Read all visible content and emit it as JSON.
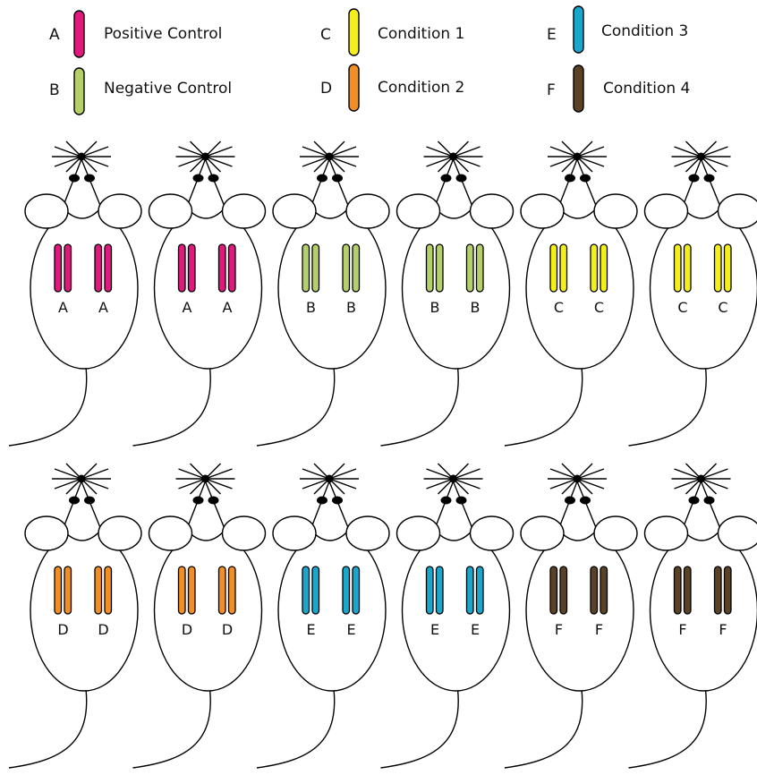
{
  "legend": [
    {
      "key": "A",
      "label": "Positive Control",
      "color": "#E0197F"
    },
    {
      "key": "B",
      "label": "Negative Control",
      "color": "#B5CF6B"
    },
    {
      "key": "C",
      "label": "Condition 1",
      "color": "#F4EE1A"
    },
    {
      "key": "D",
      "label": "Condition 2",
      "color": "#F38E24"
    },
    {
      "key": "E",
      "label": "Condition 3",
      "color": "#1BA6CC"
    },
    {
      "key": "F",
      "label": "Condition 4",
      "color": "#5A4227"
    }
  ],
  "mice": [
    {
      "row": 1,
      "condition": "A",
      "sites": [
        "A",
        "A"
      ]
    },
    {
      "row": 1,
      "condition": "A",
      "sites": [
        "A",
        "A"
      ]
    },
    {
      "row": 1,
      "condition": "B",
      "sites": [
        "B",
        "B"
      ]
    },
    {
      "row": 1,
      "condition": "B",
      "sites": [
        "B",
        "B"
      ]
    },
    {
      "row": 1,
      "condition": "C",
      "sites": [
        "C",
        "C"
      ]
    },
    {
      "row": 1,
      "condition": "C",
      "sites": [
        "C",
        "C"
      ]
    },
    {
      "row": 2,
      "condition": "D",
      "sites": [
        "D",
        "D"
      ]
    },
    {
      "row": 2,
      "condition": "D",
      "sites": [
        "D",
        "D"
      ]
    },
    {
      "row": 2,
      "condition": "E",
      "sites": [
        "E",
        "E"
      ]
    },
    {
      "row": 2,
      "condition": "E",
      "sites": [
        "E",
        "E"
      ]
    },
    {
      "row": 2,
      "condition": "F",
      "sites": [
        "F",
        "F"
      ]
    },
    {
      "row": 2,
      "condition": "F",
      "sites": [
        "F",
        "F"
      ]
    }
  ]
}
